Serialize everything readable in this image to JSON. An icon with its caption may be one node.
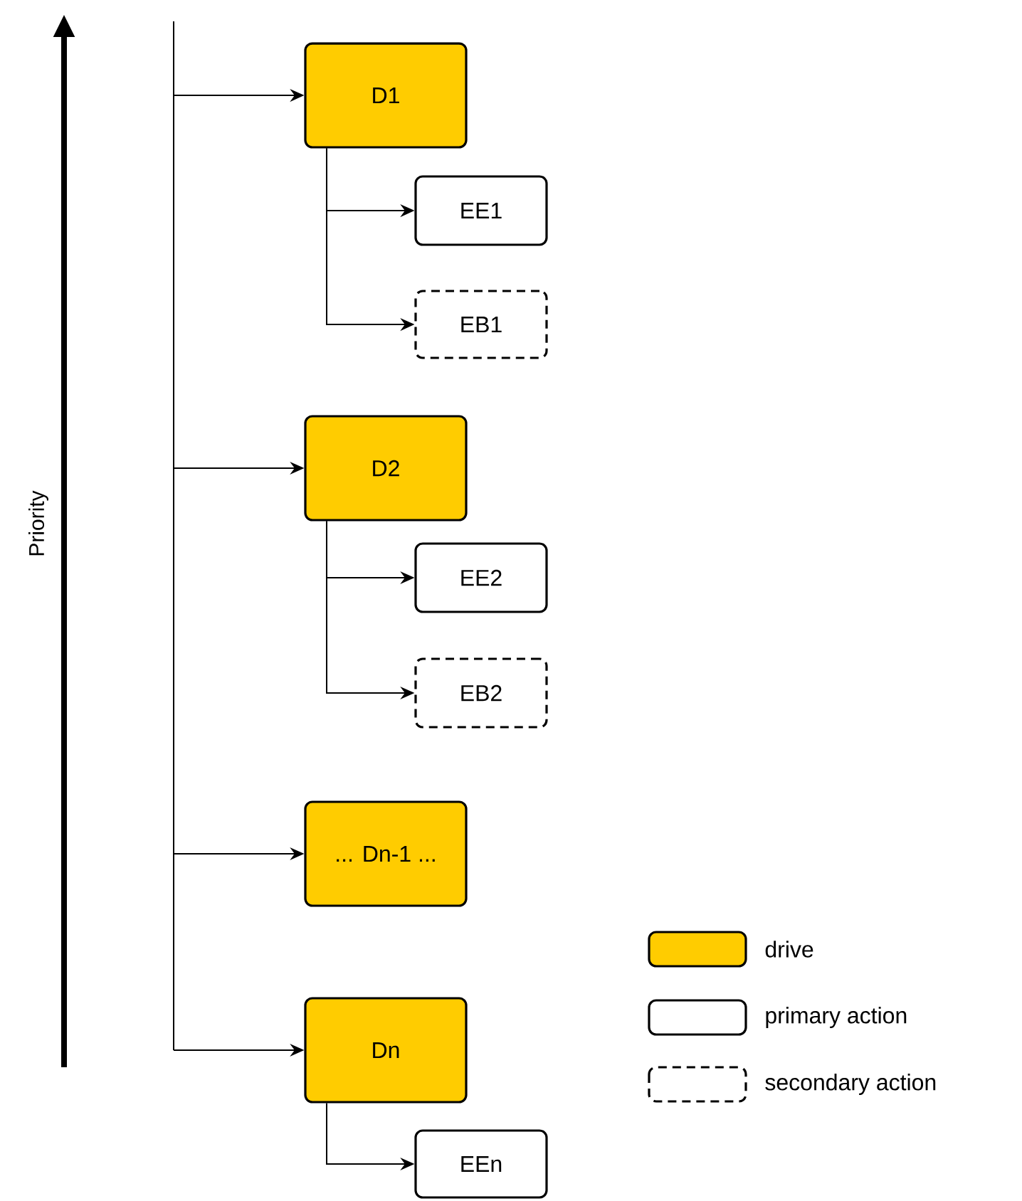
{
  "diagram": {
    "nodes": [
      {
        "text": [
          "D1"
        ]
      },
      {
        "text": [
          "EE1"
        ]
      },
      {
        "text": [
          "EB1"
        ]
      },
      {
        "text": [
          "D2"
        ]
      },
      {
        "text": [
          "EE2"
        ]
      },
      {
        "text": [
          "EB2"
        ]
      },
      {
        "text": [
          "... Dn-1 ..."
        ]
      },
      {
        "text": [
          "Dn"
        ]
      },
      {
        "text": [
          "EEn"
        ]
      }
    ],
    "edges": [
      {
        "from": null,
        "to": 0,
        "arrow": "to"
      },
      {
        "from": 0,
        "to": 1,
        "arrow": "to"
      },
      {
        "from": 0,
        "to": 2,
        "arrow": "to"
      },
      {
        "from": null,
        "to": 3,
        "arrow": "to"
      },
      {
        "from": 3,
        "to": 4,
        "arrow": "to"
      },
      {
        "from": 3,
        "to": 5,
        "arrow": "to"
      },
      {
        "from": null,
        "to": 6,
        "arrow": "to"
      },
      {
        "from": null,
        "to": 7,
        "arrow": "to"
      },
      {
        "from": 7,
        "to": 8,
        "arrow": "to"
      }
    ],
    "labels": [
      "Priority"
    ],
    "legend": [
      {
        "text": "drive",
        "color": "#ffcc00"
      },
      {
        "text": "primary action"
      },
      {
        "text": "secondary action"
      }
    ]
  }
}
